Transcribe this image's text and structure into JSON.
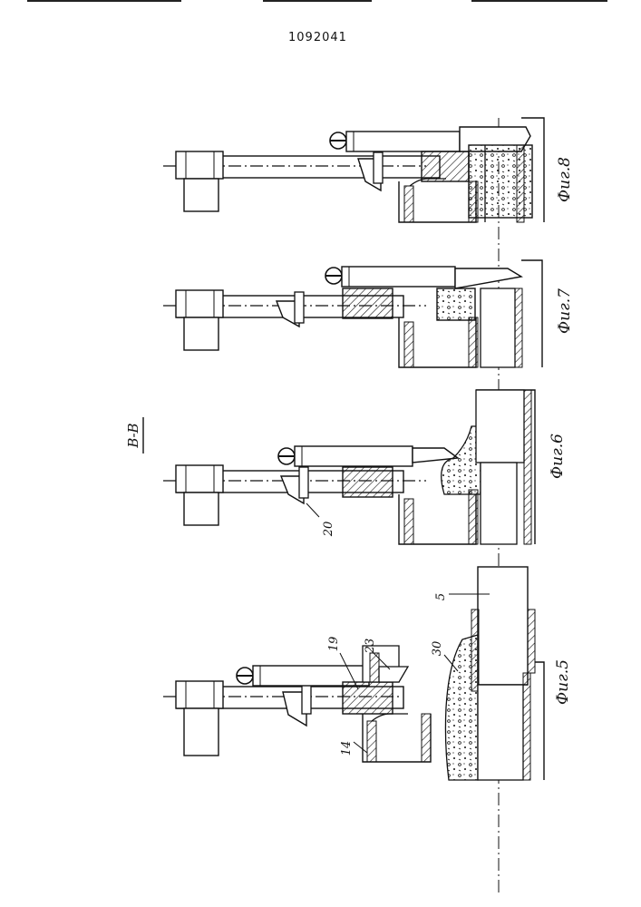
{
  "patent_number": "1092041",
  "section_label": "В-В",
  "figures": [
    {
      "caption": "Фиг.8"
    },
    {
      "caption": "Фиг.7"
    },
    {
      "caption": "Фиг.6"
    },
    {
      "caption": "Фиг.5"
    }
  ],
  "callouts": {
    "c20": "20",
    "c5": "5",
    "c19": "19",
    "c23": "23",
    "c30": "30",
    "c14": "14"
  }
}
